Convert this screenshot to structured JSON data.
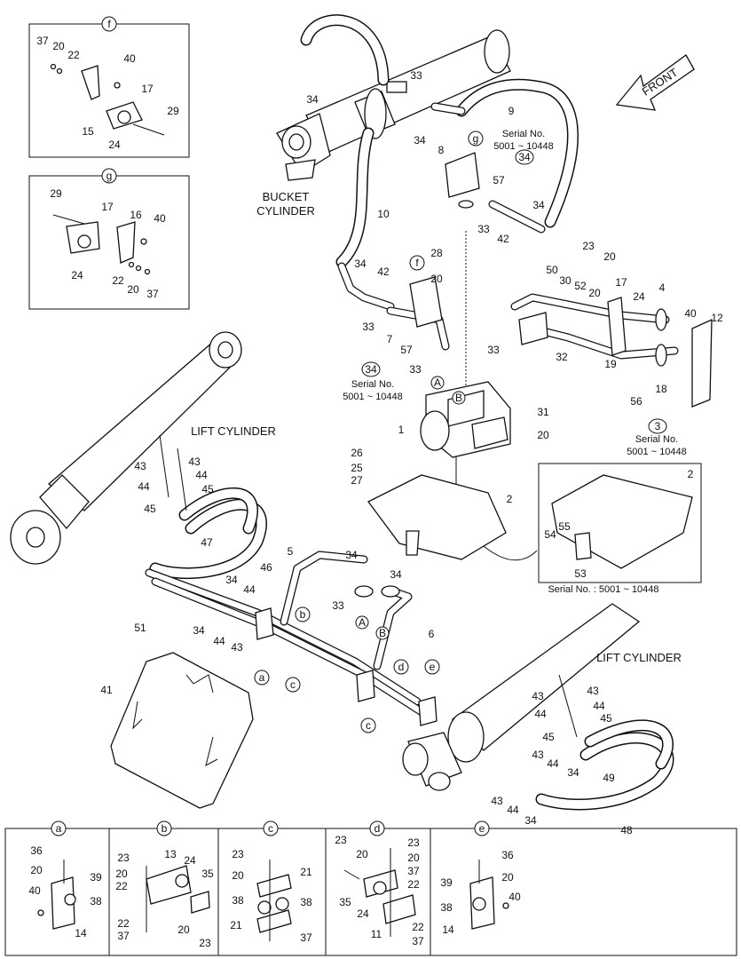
{
  "captions": {
    "bucket_cylinder": [
      "BUCKET",
      "CYLINDER"
    ],
    "lift_cylinder_left": "LIFT CYLINDER",
    "lift_cylinder_right": "LIFT CYLINDER",
    "front": "FRONT"
  },
  "serial_notes": {
    "top": {
      "title": "Serial No.",
      "range": "5001 ~ 10448",
      "ref": "34"
    },
    "left": {
      "title": "Serial No.",
      "range": "5001 ~ 10448",
      "ref": "34"
    },
    "right": {
      "title": "Serial No.",
      "range": "5001 ~ 10448",
      "ref": "3"
    },
    "plate_box": "Serial No. : 5001 ~ 10448"
  },
  "detail_tags": [
    "f",
    "g",
    "a",
    "b",
    "c",
    "d",
    "e"
  ],
  "port_tags": [
    "A",
    "B"
  ],
  "main_callouts": [
    "9",
    "8",
    "57",
    "34",
    "33",
    "42",
    "34",
    "33",
    "34",
    "10",
    "34",
    "42",
    "33",
    "7",
    "57",
    "33",
    "28",
    "20",
    "23",
    "20",
    "50",
    "30",
    "52",
    "20",
    "17",
    "24",
    "4",
    "40",
    "12",
    "33",
    "32",
    "19",
    "18",
    "56",
    "31",
    "20",
    "1",
    "26",
    "25",
    "27",
    "2",
    "43",
    "44",
    "45",
    "43",
    "44",
    "45",
    "47",
    "46",
    "5",
    "34",
    "34",
    "33",
    "6",
    "34",
    "44",
    "34",
    "44",
    "43",
    "51",
    "41",
    "43",
    "44",
    "45",
    "43",
    "44",
    "45",
    "43",
    "44",
    "34",
    "49",
    "43",
    "44",
    "34",
    "48"
  ],
  "inset_f": [
    "37",
    "20",
    "22",
    "40",
    "17",
    "15",
    "24",
    "29"
  ],
  "inset_g": [
    "29",
    "17",
    "16",
    "40",
    "24",
    "22",
    "20",
    "37"
  ],
  "inset_plate": [
    "2",
    "55",
    "54",
    "53"
  ],
  "strip_a": [
    "36",
    "20",
    "39",
    "40",
    "38",
    "14"
  ],
  "strip_b": [
    "23",
    "13",
    "24",
    "20",
    "22",
    "35",
    "22",
    "37",
    "20",
    "23"
  ],
  "strip_c": [
    "23",
    "20",
    "21",
    "38",
    "38",
    "21",
    "37"
  ],
  "strip_d": [
    "23",
    "23",
    "20",
    "20",
    "37",
    "22",
    "35",
    "24",
    "22",
    "11",
    "37"
  ],
  "strip_e": [
    "36",
    "20",
    "39",
    "40",
    "38",
    "14"
  ]
}
